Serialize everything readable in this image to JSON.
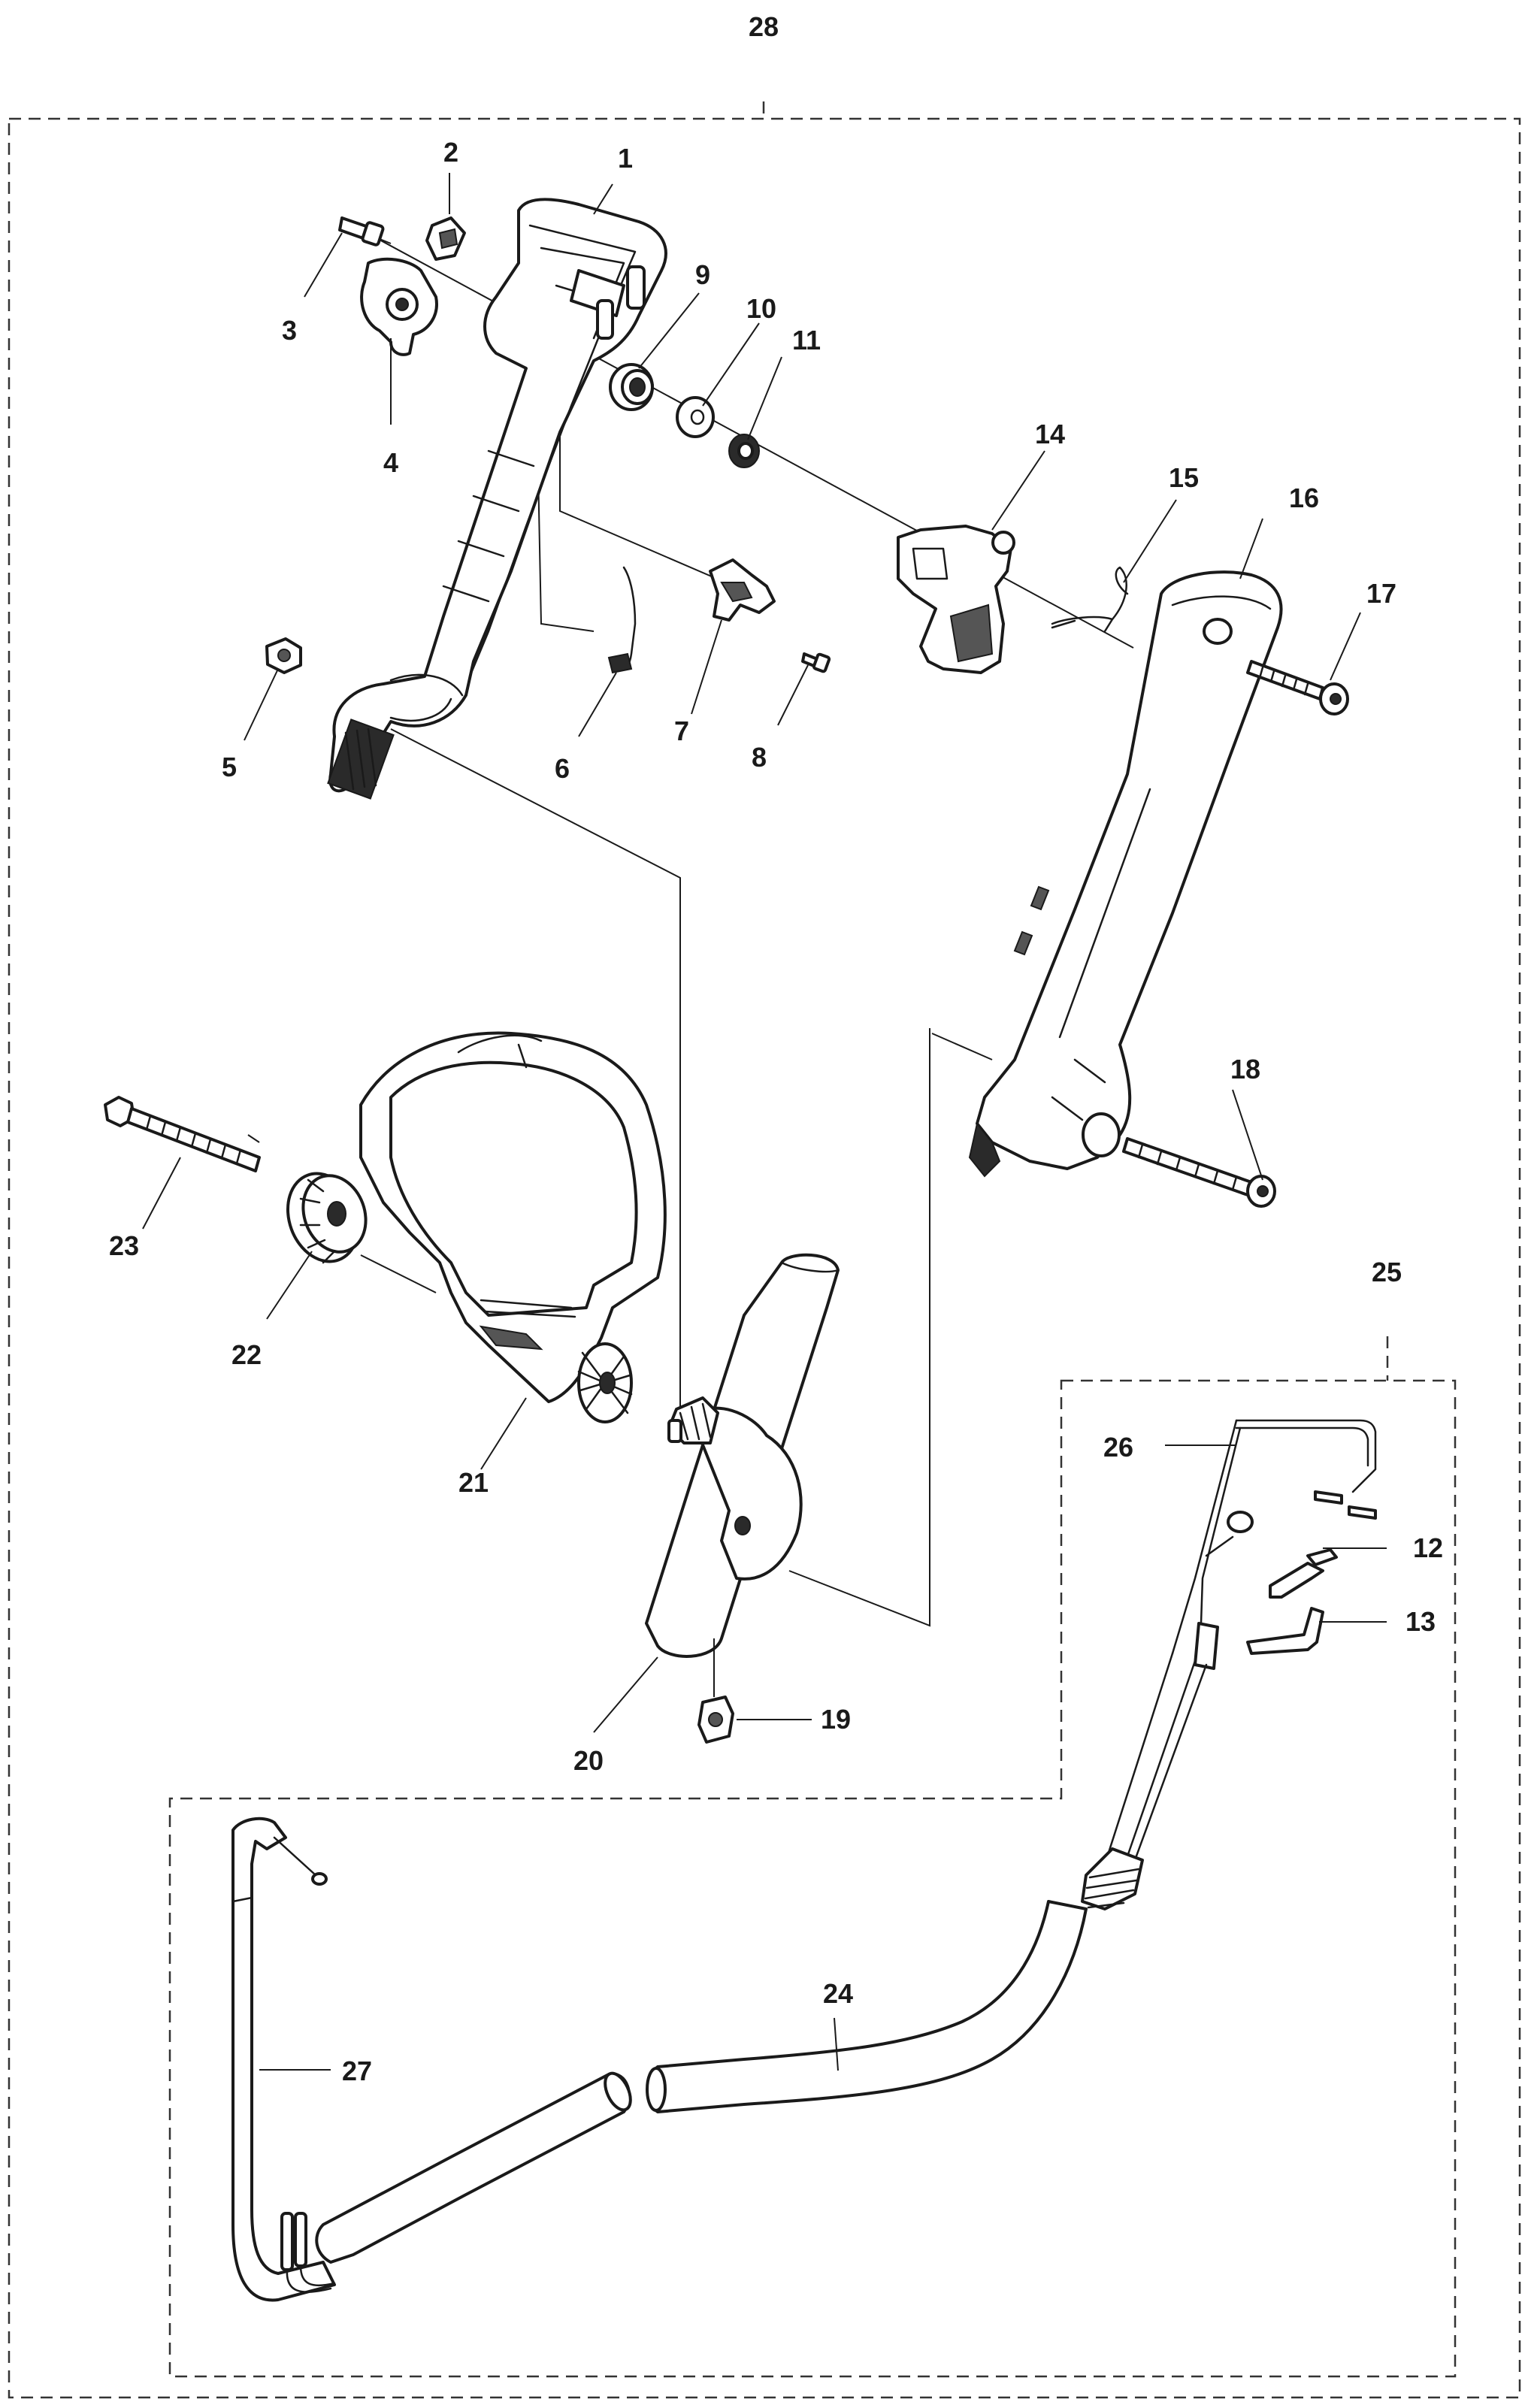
{
  "diagram": {
    "labels": {
      "p1": "1",
      "p2": "2",
      "p3": "3",
      "p4": "4",
      "p5": "5",
      "p6": "6",
      "p7": "7",
      "p8": "8",
      "p9": "9",
      "p10": "10",
      "p11": "11",
      "p12": "12",
      "p13": "13",
      "p14": "14",
      "p15": "15",
      "p16": "16",
      "p17": "17",
      "p18": "18",
      "p19": "19",
      "p20": "20",
      "p21": "21",
      "p22": "22",
      "p23": "23",
      "p24": "24",
      "p25": "25",
      "p26": "26",
      "p27": "27",
      "p28": "28"
    }
  }
}
